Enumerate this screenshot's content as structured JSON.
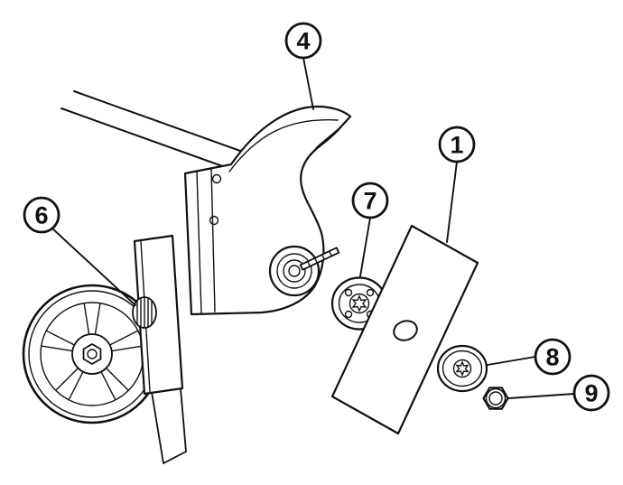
{
  "colors": {
    "line": "#111111",
    "background": "#ffffff"
  },
  "diagram": {
    "kind": "exploded-parts-diagram",
    "callouts": [
      {
        "id": "4",
        "label": "4",
        "points_to": "guard-housing"
      },
      {
        "id": "1",
        "label": "1",
        "points_to": "cutting-blade"
      },
      {
        "id": "7",
        "label": "7",
        "points_to": "inner-flange-washer"
      },
      {
        "id": "6",
        "label": "6",
        "points_to": "adjustment-knob"
      },
      {
        "id": "8",
        "label": "8",
        "points_to": "outer-washer"
      },
      {
        "id": "9",
        "label": "9",
        "points_to": "hex-nut"
      }
    ]
  }
}
